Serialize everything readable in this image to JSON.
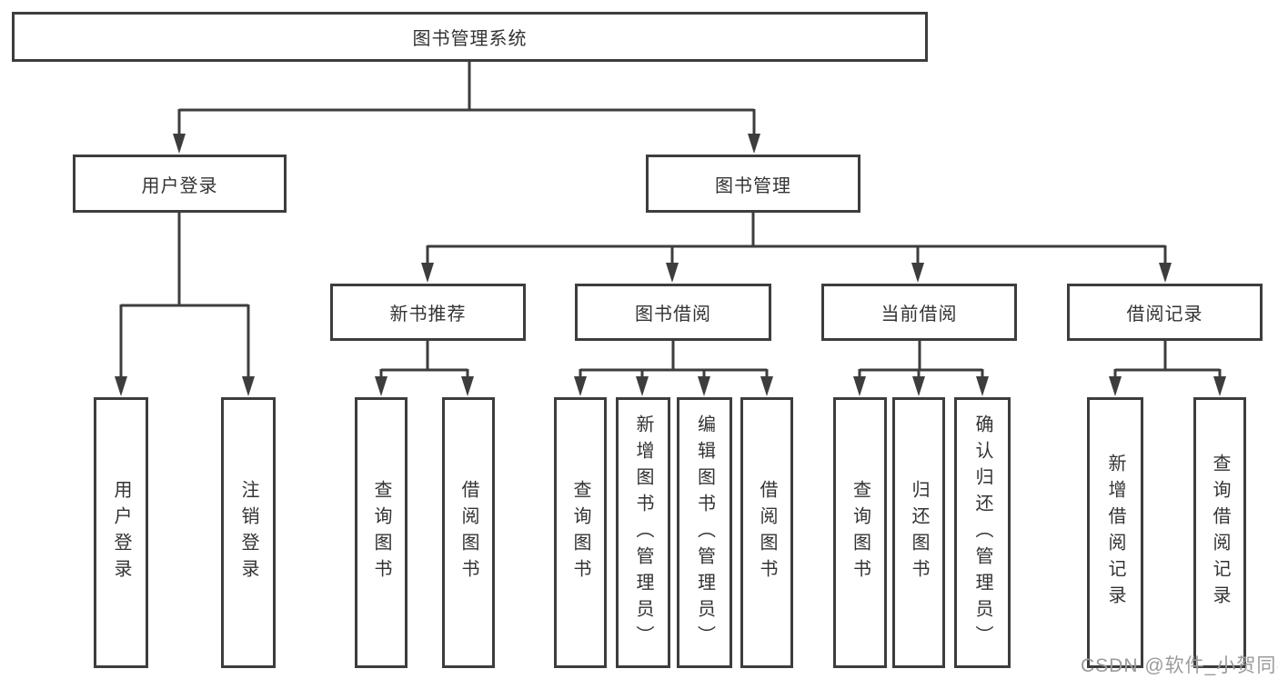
{
  "tree": {
    "root": "图书管理系统",
    "children": [
      {
        "label": "用户登录",
        "children": [
          "用户登录",
          "注销登录"
        ]
      },
      {
        "label": "图书管理",
        "children": [
          {
            "label": "新书推荐",
            "children": [
              "查询图书",
              "借阅图书"
            ]
          },
          {
            "label": "图书借阅",
            "children": [
              "查询图书",
              "新增图书（管理员）",
              "编辑图书（管理员）",
              "借阅图书"
            ]
          },
          {
            "label": "当前借阅",
            "children": [
              "查询图书",
              "归还图书",
              "确认归还（管理员）"
            ]
          },
          {
            "label": "借阅记录",
            "children": [
              "新增借阅记录",
              "查询借阅记录"
            ]
          }
        ]
      }
    ]
  },
  "watermark": {
    "text": "CSDN @软件_小贺同学"
  },
  "colors": {
    "line": "#3d3d3d",
    "text": "#333333",
    "watermark_text": "#9b9b9b",
    "background": "#ffffff"
  }
}
